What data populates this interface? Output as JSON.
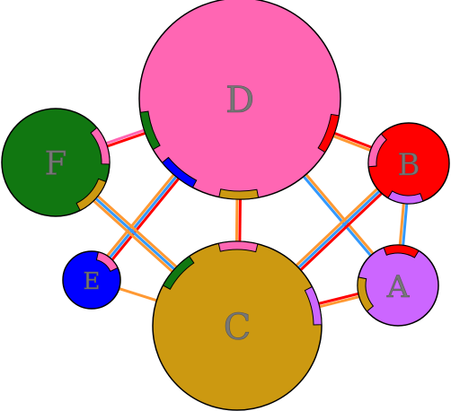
{
  "nodes": [
    {
      "id": "A",
      "label": "A",
      "color": "#cc66ff"
    },
    {
      "id": "B",
      "label": "B",
      "color": "#ff0000"
    },
    {
      "id": "C",
      "label": "C",
      "color": "#cc9911"
    },
    {
      "id": "D",
      "label": "D",
      "color": "#ff66b3"
    },
    {
      "id": "E",
      "label": "E",
      "color": "#0000ff"
    },
    {
      "id": "F",
      "label": "F",
      "color": "#117711"
    }
  ],
  "edges": [
    {
      "from": "D",
      "to": "F",
      "colors": [
        "#ff0000",
        "#ff66b3"
      ]
    },
    {
      "from": "D",
      "to": "B",
      "colors": [
        "#ff0000",
        "#ff9933"
      ]
    },
    {
      "from": "D",
      "to": "C",
      "colors": [
        "#ff0000",
        "#ff9933"
      ]
    },
    {
      "from": "D",
      "to": "A",
      "colors": [
        "#ff9933",
        "#3399ff"
      ]
    },
    {
      "from": "D",
      "to": "E",
      "colors": [
        "#ff0000",
        "#3399ff",
        "#ff9933"
      ]
    },
    {
      "from": "F",
      "to": "C",
      "colors": [
        "#ff9933",
        "#3399ff",
        "#ff9933"
      ]
    },
    {
      "from": "B",
      "to": "C",
      "colors": [
        "#ff0000",
        "#3399ff",
        "#ff9933"
      ]
    },
    {
      "from": "B",
      "to": "A",
      "colors": [
        "#3399ff",
        "#ff9933"
      ]
    },
    {
      "from": "C",
      "to": "A",
      "colors": [
        "#ff0000",
        "#ff9933"
      ]
    },
    {
      "from": "E",
      "to": "C",
      "colors": [
        "#ff9933"
      ]
    }
  ]
}
